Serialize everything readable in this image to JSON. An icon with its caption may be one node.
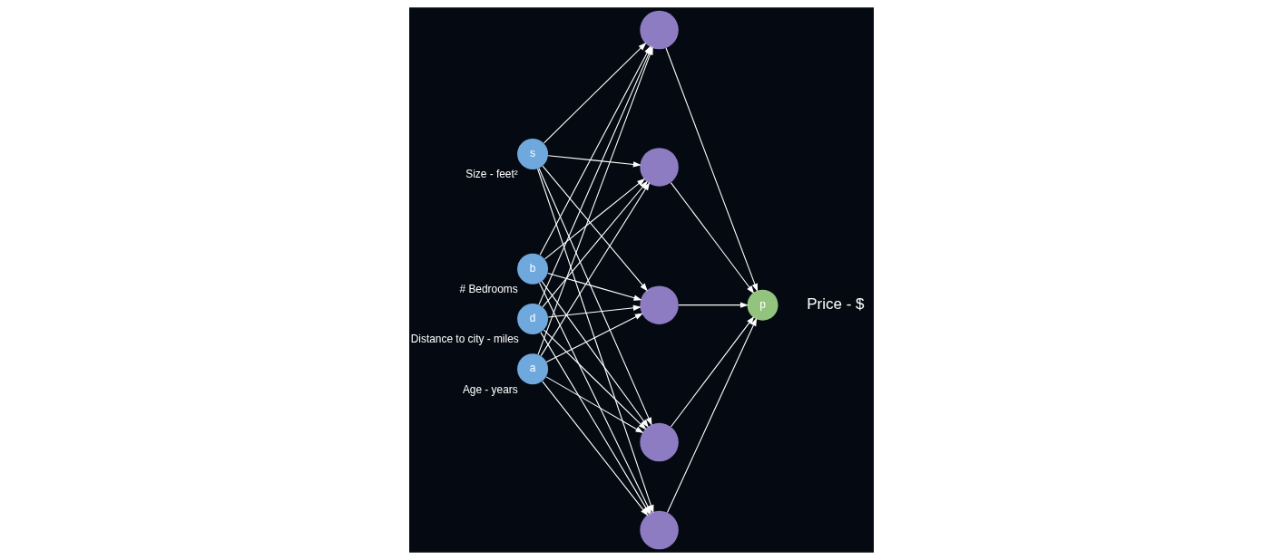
{
  "diagram": {
    "nodes": [
      {
        "text": [
          "s"
        ],
        "beside": [
          "Size - feet²"
        ]
      },
      {
        "text": [
          "b"
        ],
        "beside": [
          "# Bedrooms"
        ]
      },
      {
        "text": [
          "d"
        ],
        "beside": [
          "Distance to city - miles"
        ]
      },
      {
        "text": [
          "a"
        ],
        "beside": [
          "Age - years"
        ]
      },
      {
        "text": [],
        "shape": "circle"
      },
      {
        "text": [],
        "shape": "circle"
      },
      {
        "text": [],
        "shape": "circle"
      },
      {
        "text": [],
        "shape": "circle"
      },
      {
        "text": [],
        "shape": "circle"
      },
      {
        "text": [
          "p"
        ],
        "beside": [
          "Price - $"
        ]
      }
    ],
    "edges": [
      {
        "from": 0,
        "to": 4,
        "arrow": "to"
      },
      {
        "from": 0,
        "to": 5,
        "arrow": "to"
      },
      {
        "from": 0,
        "to": 6,
        "arrow": "to"
      },
      {
        "from": 0,
        "to": 7,
        "arrow": "to"
      },
      {
        "from": 0,
        "to": 8,
        "arrow": "to"
      },
      {
        "from": 1,
        "to": 4,
        "arrow": "to"
      },
      {
        "from": 1,
        "to": 5,
        "arrow": "to"
      },
      {
        "from": 1,
        "to": 6,
        "arrow": "to"
      },
      {
        "from": 1,
        "to": 7,
        "arrow": "to"
      },
      {
        "from": 1,
        "to": 8,
        "arrow": "to"
      },
      {
        "from": 2,
        "to": 4,
        "arrow": "to"
      },
      {
        "from": 2,
        "to": 5,
        "arrow": "to"
      },
      {
        "from": 2,
        "to": 6,
        "arrow": "to"
      },
      {
        "from": 2,
        "to": 7,
        "arrow": "to"
      },
      {
        "from": 2,
        "to": 8,
        "arrow": "to"
      },
      {
        "from": 3,
        "to": 4,
        "arrow": "to"
      },
      {
        "from": 3,
        "to": 5,
        "arrow": "to"
      },
      {
        "from": 3,
        "to": 6,
        "arrow": "to"
      },
      {
        "from": 3,
        "to": 7,
        "arrow": "to"
      },
      {
        "from": 3,
        "to": 8,
        "arrow": "to"
      },
      {
        "from": 4,
        "to": 9,
        "arrow": "to"
      },
      {
        "from": 5,
        "to": 9,
        "arrow": "to"
      },
      {
        "from": 6,
        "to": 9,
        "arrow": "to"
      },
      {
        "from": 7,
        "to": 9,
        "arrow": "to"
      },
      {
        "from": 8,
        "to": 9,
        "arrow": "to"
      }
    ]
  }
}
